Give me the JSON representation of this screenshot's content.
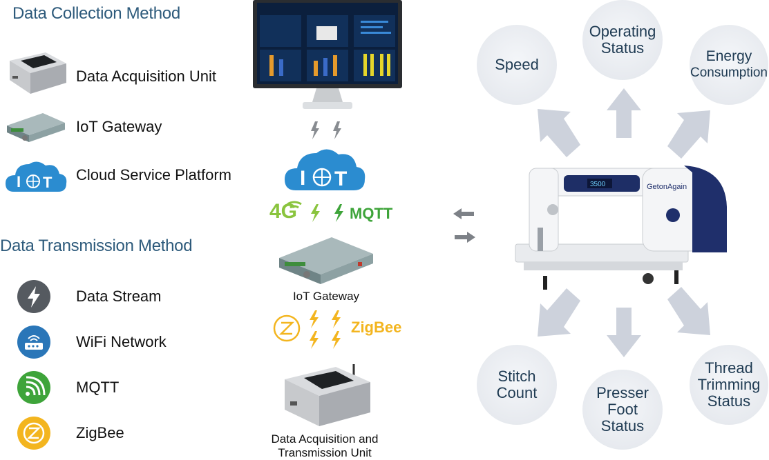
{
  "collection": {
    "title": "Data Collection Method",
    "items": [
      {
        "label": "Data Acquisition Unit"
      },
      {
        "label": "IoT Gateway"
      },
      {
        "label": "Cloud Service Platform"
      }
    ]
  },
  "transmission": {
    "title": "Data Transmission Method",
    "items": [
      {
        "label": "Data Stream",
        "color": "#555a60"
      },
      {
        "label": "WiFi Network",
        "color": "#2a76b8"
      },
      {
        "label": "MQTT",
        "color": "#3ea43a"
      },
      {
        "label": "ZigBee",
        "color": "#f3b51f"
      }
    ]
  },
  "center": {
    "cloud_text": "IOT",
    "net_4g": "4G",
    "mqtt_label": "MQTT",
    "gateway_caption": "IoT Gateway",
    "zigbee_label": "ZigBee",
    "unit_caption_line1": "Data Acquisition and",
    "unit_caption_line2": "Transmission Unit"
  },
  "machine": {
    "brand": "GetonAgain",
    "display": "3500"
  },
  "metrics": [
    {
      "line1": "Speed",
      "line2": ""
    },
    {
      "line1": "Operating",
      "line2": "Status"
    },
    {
      "line1": "Energy",
      "line2": "Consumption"
    },
    {
      "line1": "Stitch",
      "line2": "Count"
    },
    {
      "line1": "Presser",
      "line2": "Foot",
      "line3": "Status"
    },
    {
      "line1": "Thread",
      "line2": "Trimming",
      "line3": "Status"
    }
  ],
  "colors": {
    "title": "#2d5a7b",
    "cloud": "#2b8cd0",
    "zigbee": "#f3b51f",
    "mqtt": "#3ea43a",
    "arrow": "#cdd2dc"
  }
}
